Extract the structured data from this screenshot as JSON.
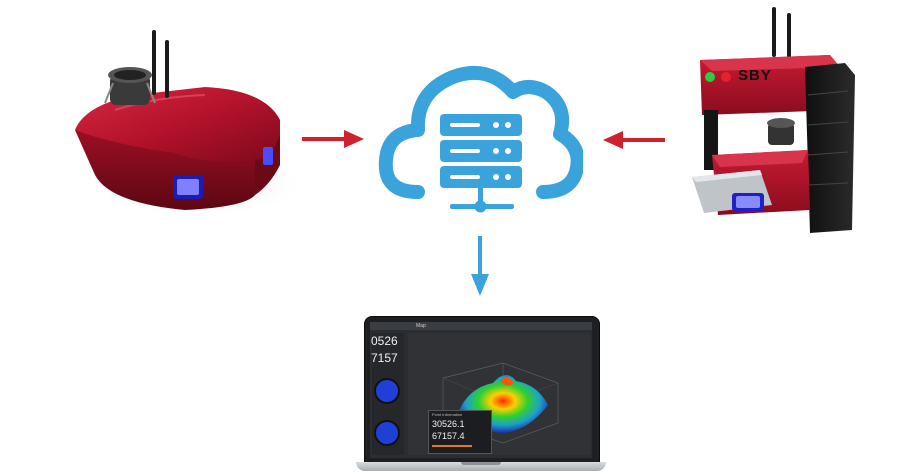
{
  "diagram": {
    "nodes": [
      {
        "id": "mobile-robot",
        "kind": "red mobile sensor robot"
      },
      {
        "id": "cloud-server",
        "kind": "cloud server"
      },
      {
        "id": "docking-station",
        "kind": "red docking station with lidar"
      },
      {
        "id": "laptop-dashboard",
        "kind": "laptop with monitoring dashboard"
      }
    ],
    "edges": [
      {
        "from": "mobile-robot",
        "to": "cloud-server"
      },
      {
        "from": "docking-station",
        "to": "cloud-server"
      },
      {
        "from": "cloud-server",
        "to": "laptop-dashboard"
      }
    ]
  },
  "station": {
    "brand": "SBY"
  },
  "dashboard": {
    "tab": "Map",
    "big_values": [
      "0526",
      "7157"
    ],
    "popup_title": "Point Information",
    "popup_values": [
      "30526.1",
      "67157.4"
    ]
  },
  "colors": {
    "robot_red": "#b5122b",
    "cloud_blue": "#3aa3dc",
    "arrow_red": "#d0212f",
    "arrow_blue": "#3aa3dc",
    "led_green": "#2ecc40",
    "led_red": "#e0232d",
    "screen_bg": "#2b2d30"
  }
}
